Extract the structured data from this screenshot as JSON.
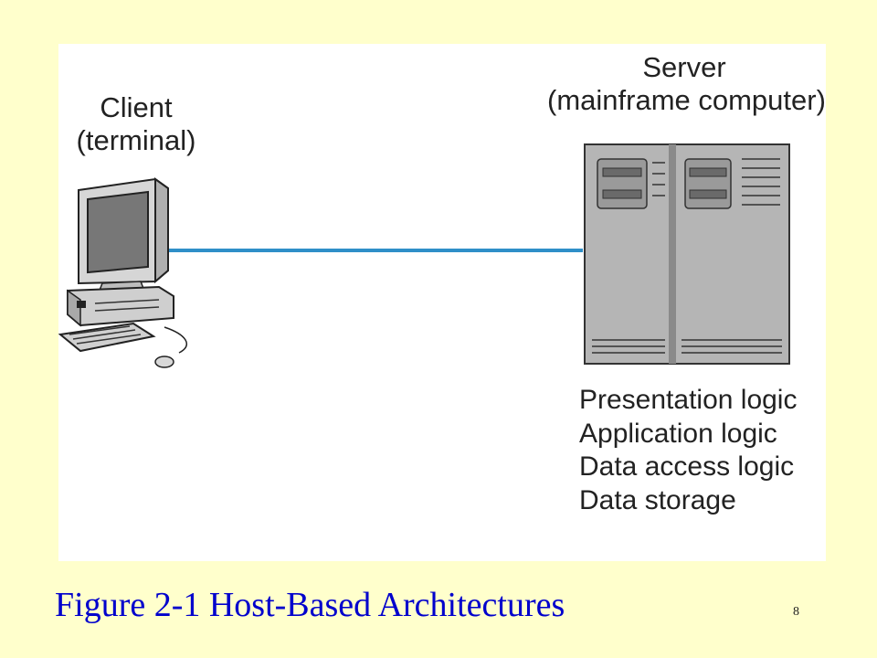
{
  "client": {
    "line1": "Client",
    "line2": "(terminal)",
    "icon": "desktop-terminal-icon"
  },
  "server": {
    "line1": "Server",
    "line2": "(mainframe computer)",
    "icon": "mainframe-server-icon",
    "layers": [
      "Presentation logic",
      "Application logic",
      "Data access logic",
      "Data storage"
    ]
  },
  "connection": {
    "color": "#2F8FC8"
  },
  "caption": "Figure 2-1 Host-Based Architectures",
  "slide_number": "8",
  "colors": {
    "background": "#FFFFCC",
    "panel": "#FFFFFF",
    "caption": "#0000CC"
  }
}
